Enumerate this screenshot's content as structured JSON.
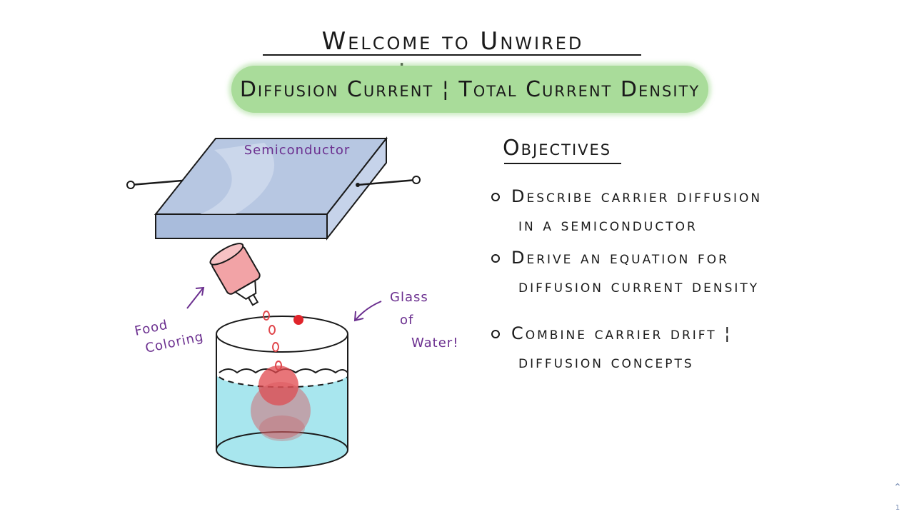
{
  "header": {
    "title": "Welcome to Unwired Learning",
    "subtitle": "Diffusion Current ¦ Total Current Density"
  },
  "illustration": {
    "semiconductor_label": "Semiconductor",
    "food_label_line1": "Food",
    "food_label_line2": "Coloring",
    "glass_label_line1": "Glass",
    "glass_label_line2": "of",
    "glass_label_line3": "Water!",
    "colors": {
      "slab_top": "#b7c7e2",
      "slab_front": "#a9bcdc",
      "water": "#a8e6ee",
      "dye": "#e0474c",
      "bottle": "#f2a3a6",
      "label_purple": "#6b2f8f"
    }
  },
  "objectives": {
    "heading": "Objectives",
    "items": [
      {
        "line1": "Describe carrier diffusion",
        "line2": "in a semiconductor"
      },
      {
        "line1": "Derive an equation for",
        "line2": "diffusion current density"
      },
      {
        "line1": "Combine carrier drift ¦",
        "line2": "diffusion concepts"
      }
    ]
  },
  "footer": {
    "page_number": "1",
    "scroll_icon": "chevron-up-icon"
  }
}
